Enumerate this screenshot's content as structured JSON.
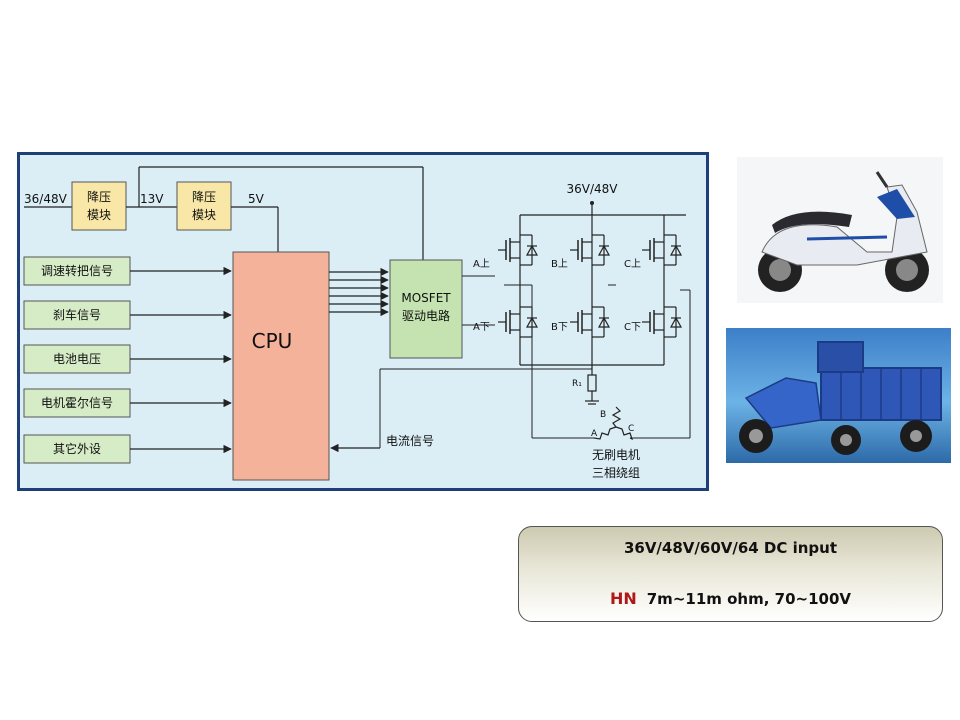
{
  "diagram": {
    "input_voltage": "36/48V",
    "buck1_label": "降压\n模块",
    "v13": "13V",
    "buck2_label": "降压\n模块",
    "v5": "5V",
    "signals": [
      "调速转把信号",
      "刹车信号",
      "电池电压",
      "电机霍尔信号",
      "其它外设"
    ],
    "cpu_label": "CPU",
    "mosfet_label_1": "MOSFET",
    "mosfet_label_2": "驱动电路",
    "bridge_voltage": "36V/48V",
    "switches": [
      "A上",
      "B上",
      "C上",
      "A下",
      "B下",
      "C下"
    ],
    "shunt_label": "R₁",
    "current_signal": "电流信号",
    "motor_phase_a": "A",
    "motor_phase_b": "B",
    "motor_phase_c": "C",
    "motor_label_1": "无刷电机",
    "motor_label_2": "三相绕组"
  },
  "spec": {
    "line1": "36V/48V/60V/64 DC input",
    "brand": "HN",
    "line2": "7m~11m ohm, 70~100V"
  },
  "colors": {
    "frame_border": "#1f3f78",
    "diagram_bg": "#dbeef6",
    "buck_fill": "#f8e7a6",
    "signal_fill": "#d6ecc6",
    "cpu_fill": "#f5b29a",
    "mosfet_fill": "#c4e3b0",
    "brand_red": "#b01818"
  }
}
